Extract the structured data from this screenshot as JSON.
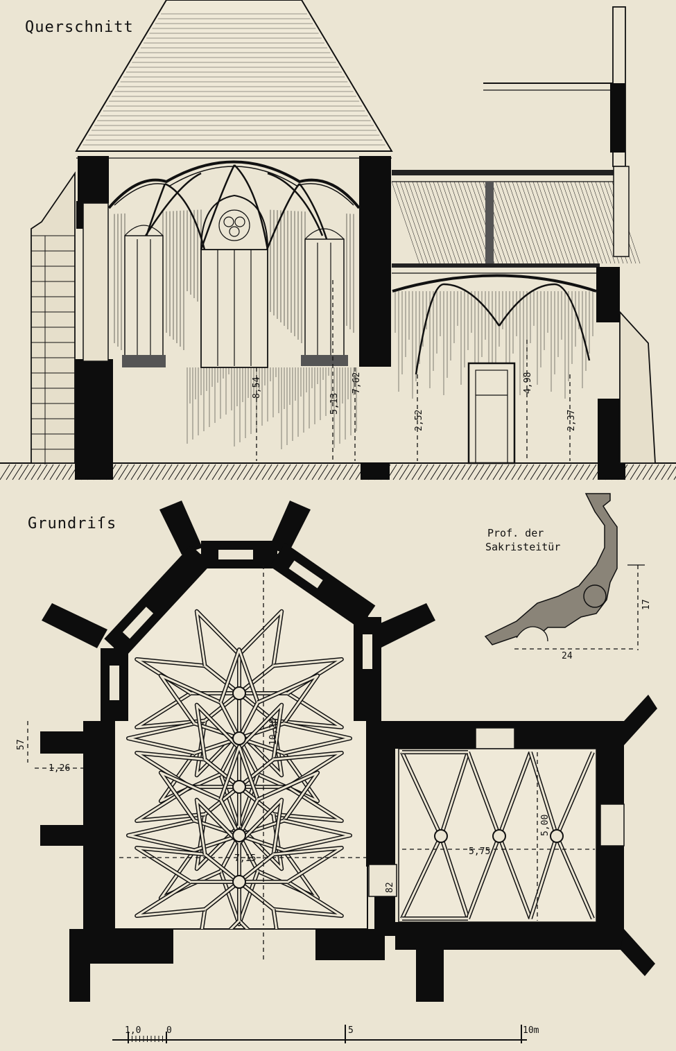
{
  "section": {
    "title": "Querschnitt",
    "dims": [
      "8,54",
      "5,13",
      "7,62",
      "2,52",
      "4,98",
      "2,37"
    ]
  },
  "plan": {
    "title": "Grundriſs",
    "dims": [
      "10,20",
      "7,15",
      "5,75",
      "5,00",
      "57",
      "1,26",
      "82"
    ]
  },
  "profile": {
    "title_line1": "Prof. der",
    "title_line2": "Sakristeitür",
    "dims": [
      "17",
      "24"
    ]
  },
  "scale": {
    "labels": [
      "1,0",
      "0",
      "5",
      "10m"
    ]
  }
}
